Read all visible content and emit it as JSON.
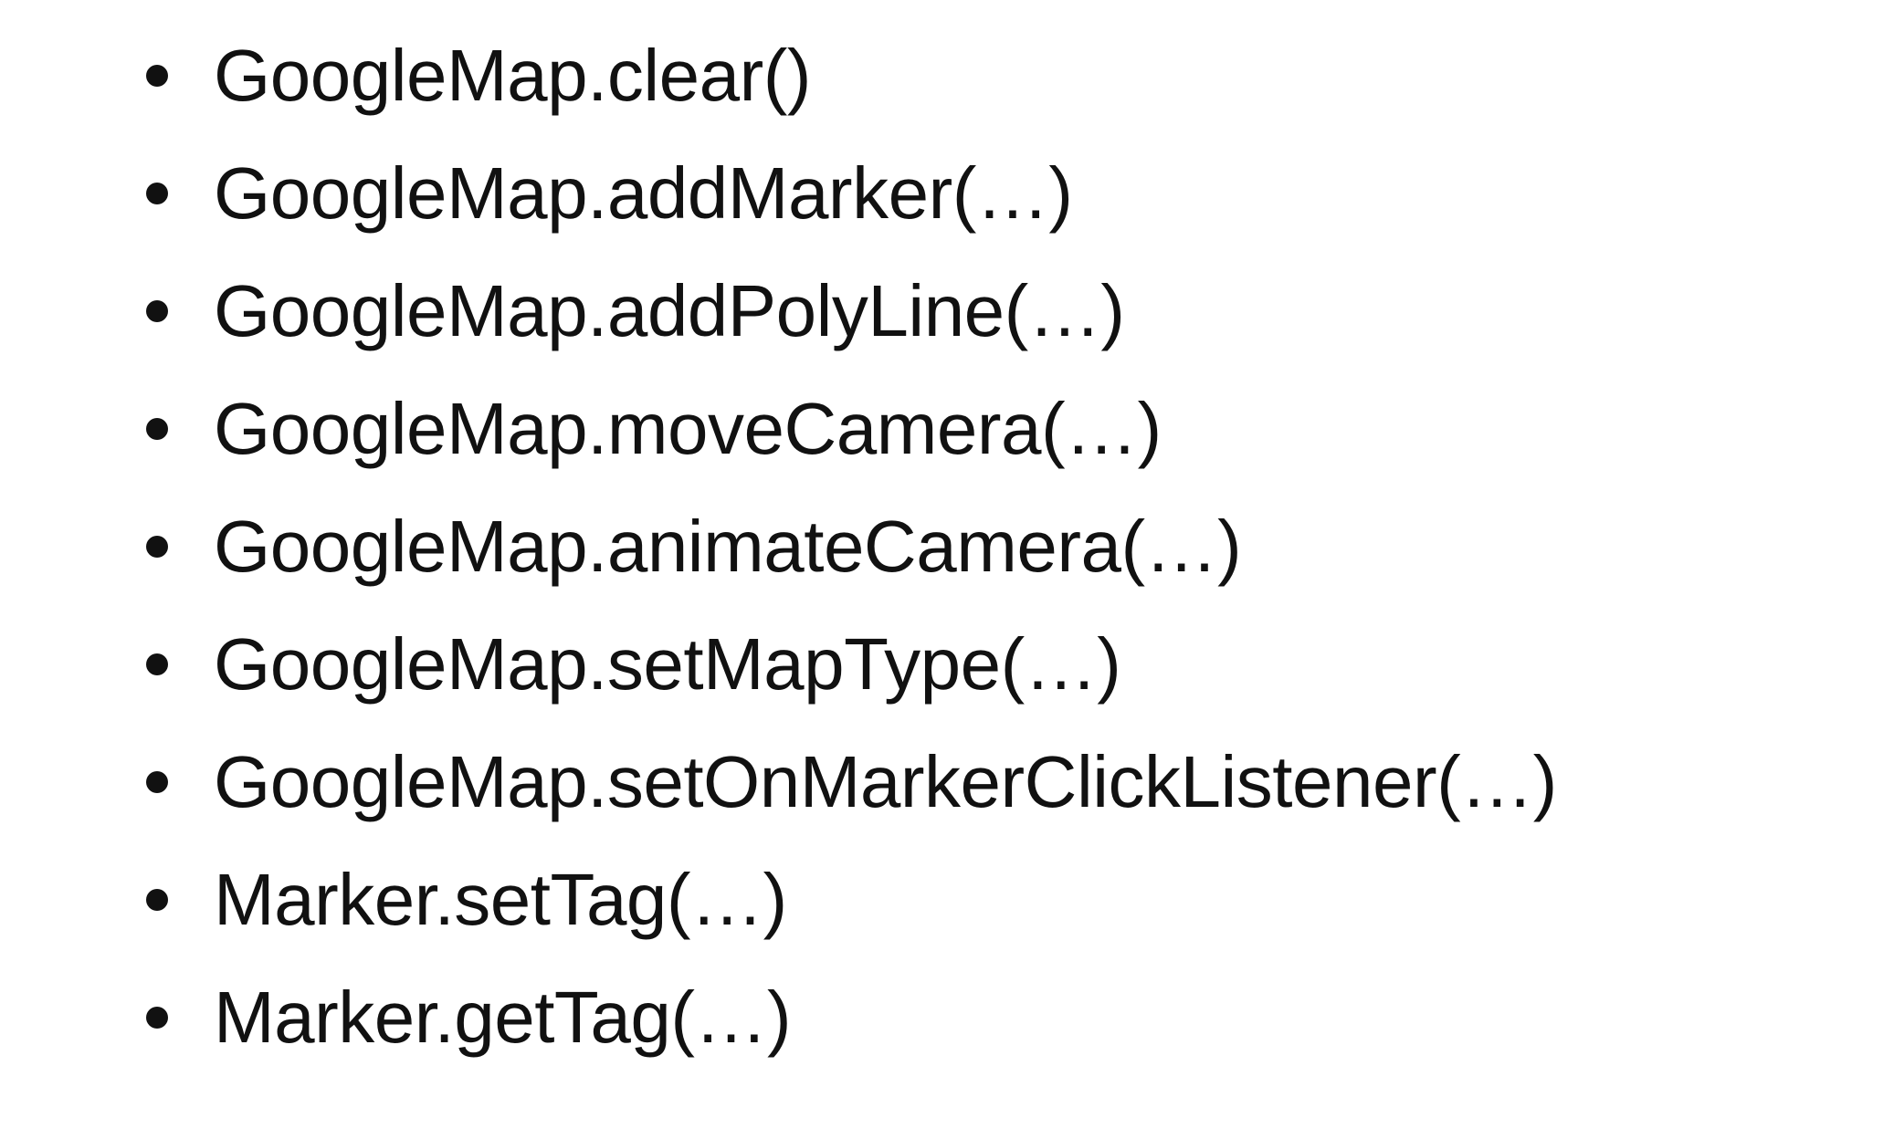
{
  "slide": {
    "items": [
      "GoogleMap.clear()",
      "GoogleMap.addMarker(…)",
      "GoogleMap.addPolyLine(…)",
      "GoogleMap.moveCamera(…)",
      "GoogleMap.animateCamera(…)",
      "GoogleMap.setMapType(…)",
      "GoogleMap.setOnMarkerClickListener(…)",
      "Marker.setTag(…)",
      "Marker.getTag(…)"
    ]
  }
}
